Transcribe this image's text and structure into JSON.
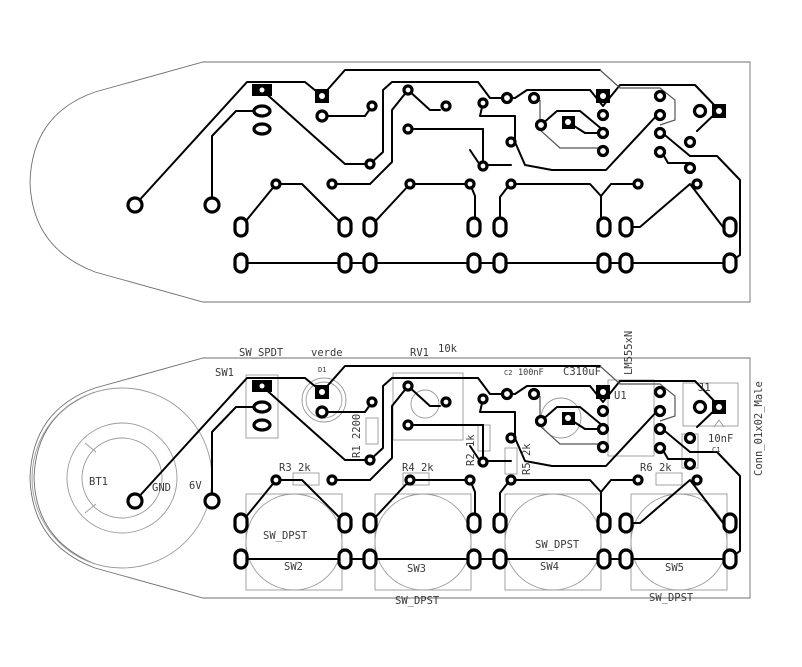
{
  "title": "PCB layout — copper (top) and copper + silkscreen (bottom)",
  "colors": {
    "copper": "#000000",
    "silkscreen": "#9a9a9a",
    "edge": "#6e6e6e",
    "background": "#ffffff"
  },
  "labels": {
    "sw1_value": "SW_SPDT",
    "sw1_ref": "SW1",
    "d1_value": "verde",
    "d1_ref": "D1",
    "rv1_ref": "RV1",
    "rv1_value": "10k",
    "c2_ref": "C2",
    "c2_value": "100nF",
    "c3": "C310uF",
    "u1_value": "LM555xN",
    "u1_ref": "U1",
    "j1_ref": "J1",
    "j1_value": "Conn_01x02_Male",
    "c1_value": "10nF",
    "c1_ref": "C1",
    "r1": "R1 2200",
    "r2": "R2 1k",
    "r3": "R3 2k",
    "r4": "R4 2k",
    "r5": "R5 2k",
    "r6": "R6 2k",
    "bt1_ref": "BT1",
    "bt1_gnd": "GND",
    "bt1_6v": "6V",
    "sw2_value": "SW_DPST",
    "sw2_ref": "SW2",
    "sw3_value": "SW_DPST",
    "sw3_ref": "SW3",
    "sw4_value": "SW_DPST",
    "sw4_ref": "SW4",
    "sw5_value": "SW_DPST",
    "sw5_ref": "SW5"
  }
}
